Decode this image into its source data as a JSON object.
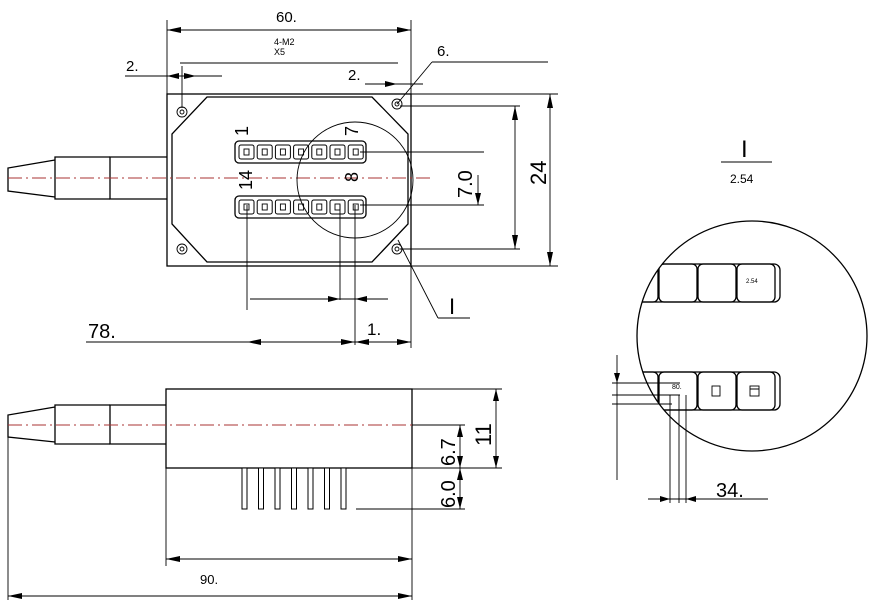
{
  "drawing": {
    "top_view": {
      "dim_width": "60.",
      "holes_note_line1": "4-M2",
      "holes_note_line2": "X5",
      "dim_left_offset": "2.",
      "dim_mid_offset": "2.",
      "dim_hole": "6.",
      "pin_label_1": "1",
      "pin_label_7": "7",
      "pin_label_14": "14",
      "pin_label_8": "8",
      "dim_row_spacing": "7.0",
      "dim_height": "24",
      "dim_bottom_left": "78.",
      "dim_bottom_right": "1.",
      "detail_marker": "I"
    },
    "detail": {
      "title": "I",
      "pitch": "2.54",
      "pad_label_top": "2.54",
      "pad_label_bottom": "80.",
      "dim_bottom": "34."
    },
    "side_view": {
      "dim_height_total": "11",
      "dim_body": "6.7",
      "dim_pin": "6.0",
      "dim_body_length": "90."
    }
  }
}
